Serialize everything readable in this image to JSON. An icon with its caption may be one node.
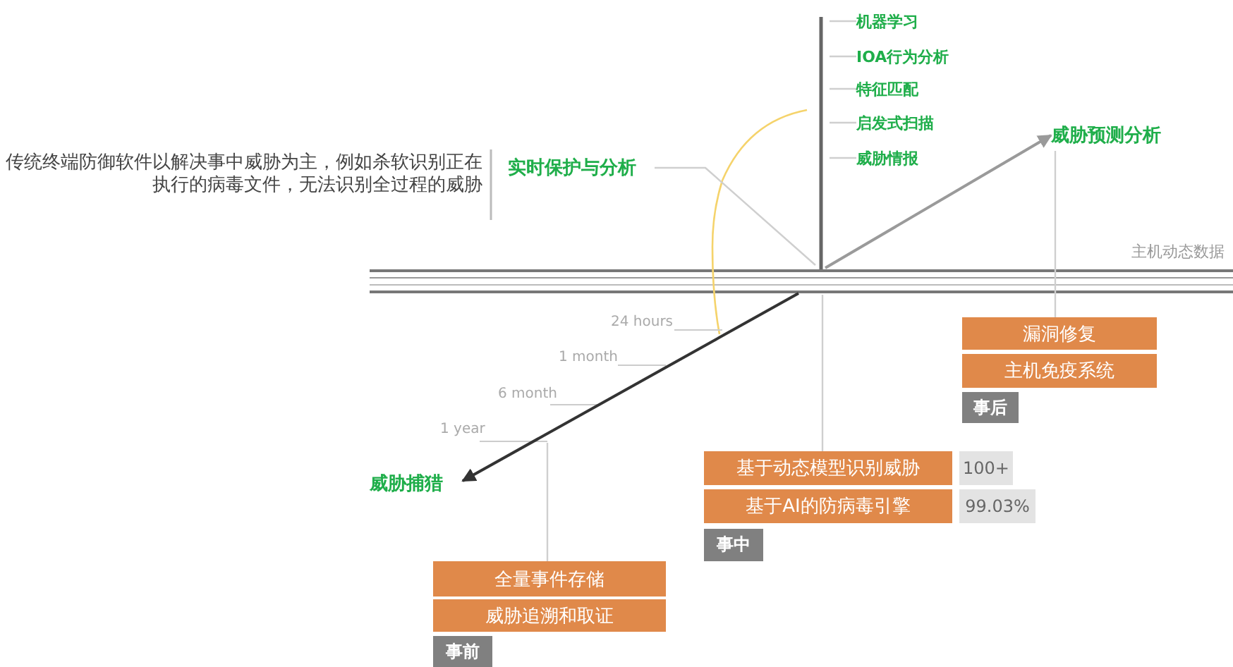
{
  "diagram": {
    "nodes": [
      {
        "text": [
          "实时保护与分析"
        ]
      },
      {
        "text": [
          "机器学习"
        ]
      },
      {
        "text": [
          "IOA行为分析"
        ]
      },
      {
        "text": [
          "特征匹配"
        ]
      },
      {
        "text": [
          "启发式扫描"
        ]
      },
      {
        "text": [
          "威胁情报"
        ]
      },
      {
        "text": [
          "威胁预测分析"
        ]
      },
      {
        "text": [
          "威胁捕猎"
        ]
      },
      {
        "text": [
          "漏洞修复"
        ]
      },
      {
        "text": [
          "主机免疫系统"
        ]
      },
      {
        "text": [
          "事后"
        ]
      },
      {
        "text": [
          "基于动态模型识别威胁"
        ]
      },
      {
        "text": [
          "100+"
        ]
      },
      {
        "text": [
          "基于AI的防病毒引擎"
        ]
      },
      {
        "text": [
          "99.03%"
        ]
      },
      {
        "text": [
          "事中"
        ]
      },
      {
        "text": [
          "全量事件存储"
        ]
      },
      {
        "text": [
          "威胁追溯和取证"
        ]
      },
      {
        "text": [
          "事前"
        ]
      },
      {
        "text": [
          "传统终端防御软件以解决事中威胁为主，例如杀软识别正在执行的病毒文件，无法识别全过程的威胁"
        ]
      }
    ],
    "edges": [
      {
        "from": null,
        "to": 1,
        "arrow": "none"
      },
      {
        "from": null,
        "to": 2,
        "arrow": "none"
      },
      {
        "from": null,
        "to": 3,
        "arrow": "none"
      },
      {
        "from": null,
        "to": 4,
        "arrow": "none"
      },
      {
        "from": null,
        "to": 5,
        "arrow": "none"
      },
      {
        "from": null,
        "to": 6,
        "arrow": "to",
        "color": "#9a9a9a"
      },
      {
        "from": 0,
        "to": null,
        "arrow": "none"
      },
      {
        "from": null,
        "to": 7,
        "arrow": "to",
        "color": "#333333"
      },
      {
        "from": 6,
        "to": 8,
        "arrow": "none"
      },
      {
        "from": null,
        "to": 11,
        "arrow": "none"
      },
      {
        "from": null,
        "to": 16,
        "arrow": "none"
      }
    ],
    "labels": [
      "主机动态数据",
      "24 hours",
      "1 month",
      "6 month",
      "1 year"
    ]
  }
}
